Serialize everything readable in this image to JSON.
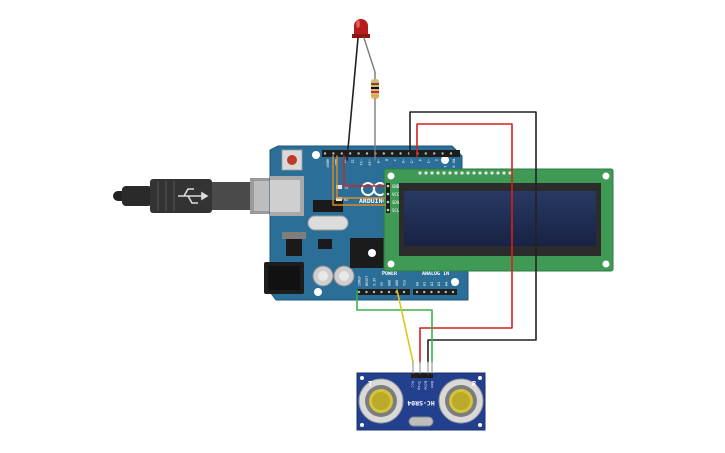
{
  "components": {
    "arduino": {
      "logo_label": "ARDUINO"
    },
    "ultrasonic": {
      "model_label": "HC-SR04",
      "pins": [
        "Vcc",
        "Trig",
        "Echo",
        "Gnd"
      ],
      "left_marker": "T",
      "right_marker": "R"
    },
    "lcd": {
      "pins": [
        "GND",
        "VCC",
        "SDA",
        "SCL"
      ]
    }
  },
  "headers": {
    "digital_top": [
      "AREF",
      "GND",
      "13",
      "12",
      "~11",
      "~10",
      "~9",
      "8",
      "7",
      "~6",
      "~5",
      "4",
      "~3",
      "2",
      "TX 1",
      "RX 0"
    ],
    "power_label": "POWER",
    "power_pins": [
      "IOREF",
      "RESET",
      "3.3V",
      "5V",
      "GND",
      "GND",
      "Vin"
    ],
    "analog_label": "ANALOG IN",
    "analog_pins": [
      "A0",
      "A1",
      "A2",
      "A3",
      "A4",
      "A5"
    ]
  },
  "colors": {
    "board": "#2b6f98",
    "lcd_pcb": "#3f9a55",
    "lcd_screen": "#1e2b50",
    "sensor_pcb": "#23408f",
    "wire_red": "#d42020",
    "wire_black": "#222222",
    "wire_green": "#3ab44a",
    "wire_yellow": "#e3c21a",
    "wire_orange": "#e08a1e"
  }
}
